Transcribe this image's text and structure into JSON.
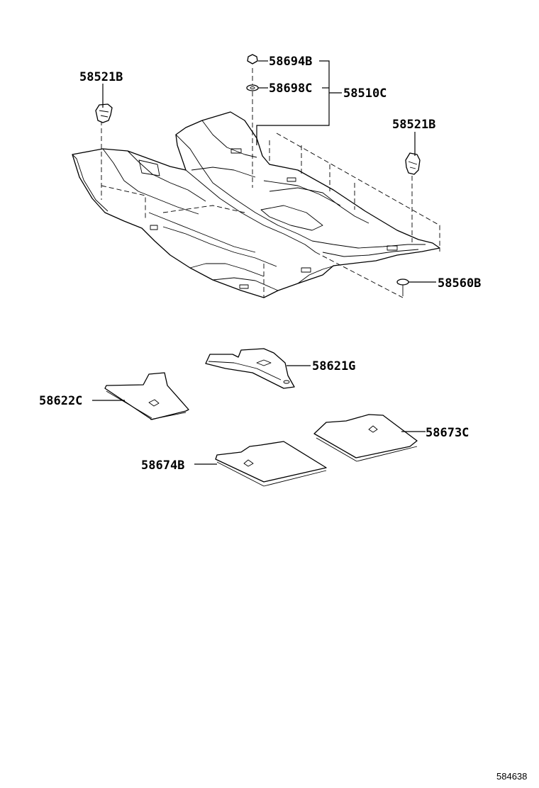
{
  "labels": {
    "p58521b_left": "58521B",
    "p58694b": "58694B",
    "p58698c": "58698C",
    "p58510c": "58510C",
    "p58521b_right": "58521B",
    "p58560b": "58560B",
    "p58621g": "58621G",
    "p58622c": "58622C",
    "p58673c": "58673C",
    "p58674b": "58674B"
  },
  "reference": "584638"
}
